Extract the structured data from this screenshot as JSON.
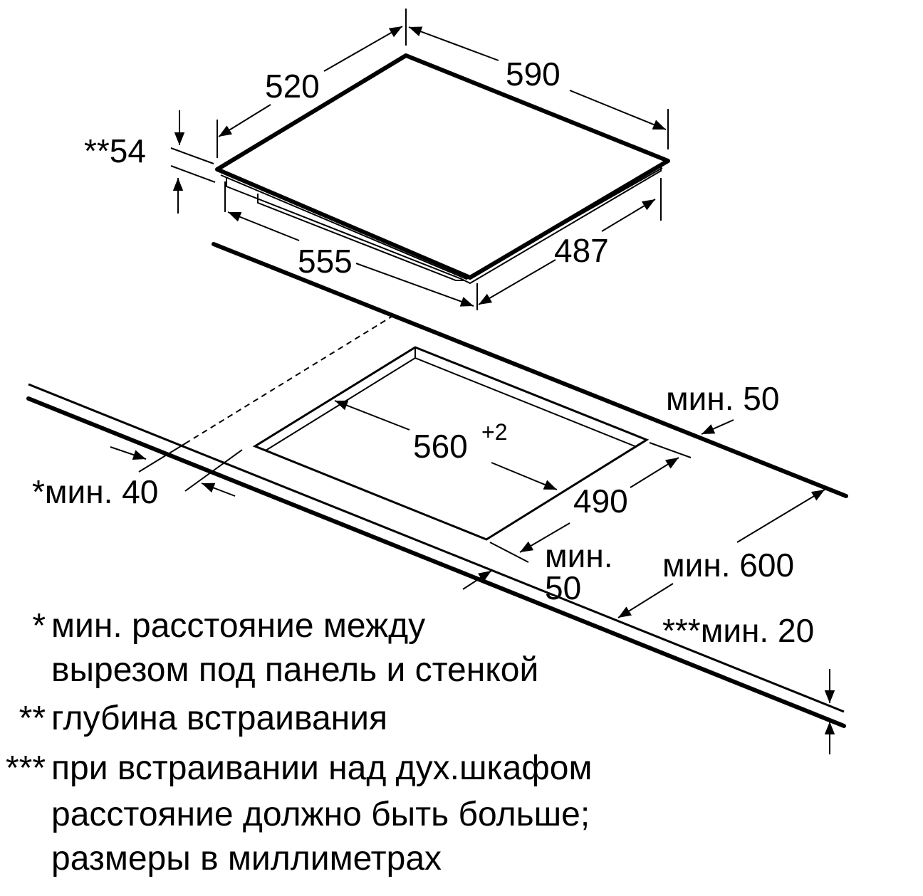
{
  "hob": {
    "depth": "520",
    "width": "590",
    "built_in_depth": "**54",
    "body_width": "555",
    "body_depth": "487"
  },
  "cutout": {
    "width": "560",
    "width_tolerance": "+2",
    "depth": "490",
    "min_back": "мин. 50",
    "min_side": "*мин. 40",
    "min_front_line1": "мин.",
    "min_front_line2": "50",
    "min_counter_depth": "мин. 600",
    "min_oven_gap": "***мин. 20"
  },
  "notes": [
    {
      "marker": "*",
      "lines": [
        "мин. расстояние между",
        "вырезом под панель и стенкой"
      ]
    },
    {
      "marker": "**",
      "lines": [
        "глубина встраивания"
      ]
    },
    {
      "marker": "***",
      "lines": [
        "при встраивании над дух.шкафом",
        "расстояние должно быть больше;",
        "размеры в миллиметрах"
      ]
    }
  ]
}
